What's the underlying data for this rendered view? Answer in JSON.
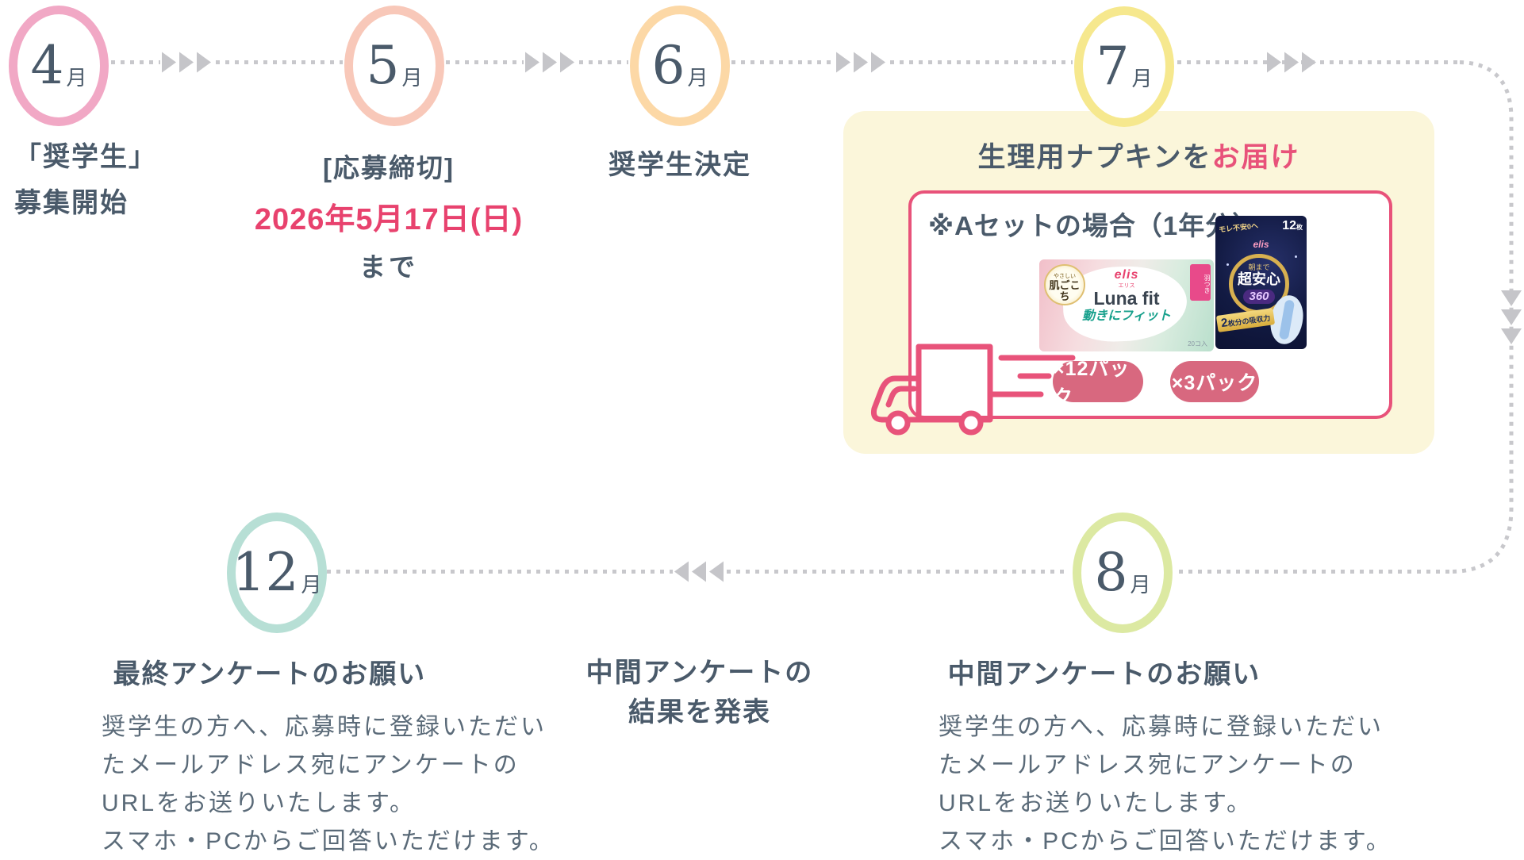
{
  "palette": {
    "accent_pink": "#e8426e",
    "card_background": "#fbf6da",
    "badge_background": "#d8687f",
    "slate_text": "#4a5a6a",
    "body_text": "#5a6a78",
    "dot_gray": "#c8c8cc",
    "ring_april": "#f1a8c5",
    "ring_may": "#f8c8b9",
    "ring_june": "#fcd8a6",
    "ring_july": "#f6e88e",
    "ring_august": "#dce9a2",
    "ring_december": "#b7dfd5"
  },
  "milestones": [
    {
      "id": "april",
      "month_number": "4",
      "month_suffix": "月",
      "label_lines": [
        "「奨学生」",
        "募集開始"
      ]
    },
    {
      "id": "may",
      "month_number": "5",
      "month_suffix": "月",
      "label": "[応募締切]",
      "deadline": "2026年5月17日(日)",
      "deadline_tail": "まで"
    },
    {
      "id": "june",
      "month_number": "6",
      "month_suffix": "月",
      "label": "奨学生決定"
    },
    {
      "id": "july",
      "month_number": "7",
      "month_suffix": "月"
    },
    {
      "id": "august",
      "month_number": "8",
      "month_suffix": "月",
      "title": "中間アンケートのお願い",
      "body_lines": [
        "奨学生の方へ、応募時に登録いただい",
        "たメールアドレス宛にアンケートの",
        "URLをお送りいたします。",
        "スマホ・PCからご回答いただけます。"
      ]
    },
    {
      "id": "december",
      "month_number": "12",
      "month_suffix": "月",
      "title": "最終アンケートのお願い",
      "body_lines": [
        "奨学生の方へ、応募時に登録いただい",
        "たメールアドレス宛にアンケートの",
        "URLをお送りいたします。",
        "スマホ・PCからご回答いただけます。"
      ]
    }
  ],
  "mid_note": {
    "lines": [
      "中間アンケートの",
      "結果を発表"
    ]
  },
  "delivery_card": {
    "title_main": "生理用ナプキンを",
    "title_accent": "お届け",
    "set_note": "※Aセットの場合（1年分）",
    "products": [
      {
        "id": "lunafit",
        "corner_badge_top": "やさしい",
        "corner_badge_main": "肌ごこち",
        "brand": "elis",
        "brand_ruby": "エリス",
        "name": "Luna fit",
        "tagline": "動きにフィット",
        "wing_tab": "羽つき",
        "count_note": "20コ入",
        "pack_count": "×12パック"
      },
      {
        "id": "cho-anshin-360",
        "top_note": "モレ不安0へ",
        "count": "12",
        "count_unit": "枚",
        "brand": "elis",
        "pre": "朝まで",
        "name": "超安心",
        "number": "360",
        "ribbon_big": "2",
        "ribbon_rest": "枚分の吸収力",
        "pack_count": "×3パック"
      }
    ]
  }
}
